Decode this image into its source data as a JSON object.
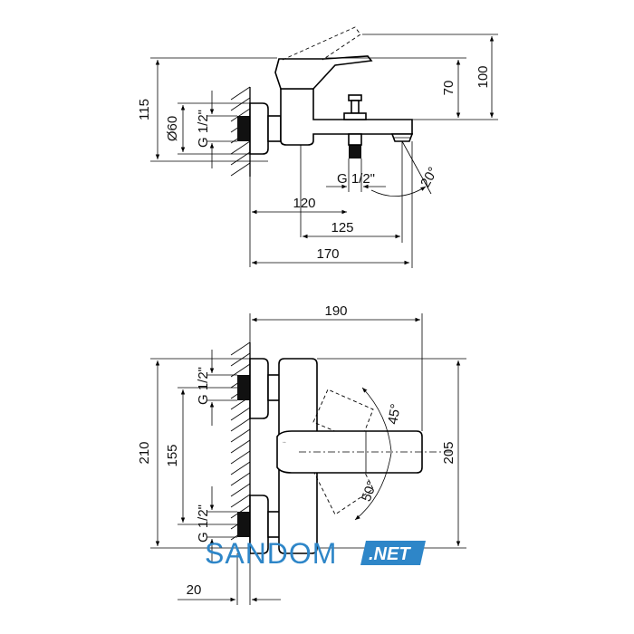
{
  "side_view": {
    "dims": {
      "d115": "115",
      "d100": "100",
      "d70": "70",
      "d120": "120",
      "d125": "125",
      "d170": "170",
      "diameter": "Ø60",
      "thread_wall": "G 1/2\"",
      "thread_bottom": "G 1/2\"",
      "angle": "20°"
    }
  },
  "front_view": {
    "dims": {
      "d190": "190",
      "d210": "210",
      "d155": "155",
      "d205": "205",
      "d20": "20",
      "thread_top": "G 1/2\"",
      "thread_bottom": "G 1/2\"",
      "angle_up": "45°",
      "angle_down": "50°"
    }
  },
  "watermark": {
    "name": "SANDOM",
    "tld": ".NET",
    "color": "#2e86c8"
  }
}
